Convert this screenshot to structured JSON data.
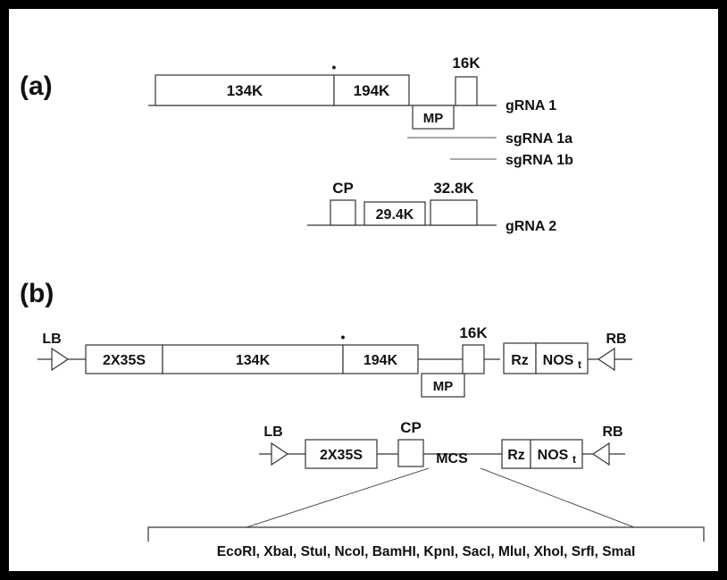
{
  "panel_a": {
    "label": "(a)",
    "genes": {
      "g134k": "134K",
      "g194k": "194K",
      "mp": "MP",
      "g16k": "16K",
      "cp": "CP",
      "g294k": "29.4K",
      "g328k": "32.8K"
    },
    "rnas": {
      "grna1": "gRNA 1",
      "sgrna1a": "sgRNA 1a",
      "sgrna1b": "sgRNA 1b",
      "grna2": "gRNA 2"
    },
    "dot": "•"
  },
  "panel_b": {
    "label": "(b)",
    "construct1": {
      "lb": "LB",
      "promoter": "2X35S",
      "g134k": "134K",
      "g194k": "194K",
      "mp": "MP",
      "g16k": "16K",
      "rz": "Rz",
      "nos": "NOS",
      "nos_sub": "t",
      "rb": "RB"
    },
    "construct2": {
      "lb": "LB",
      "promoter": "2X35S",
      "cp": "CP",
      "mcs": "MCS",
      "rz": "Rz",
      "nos": "NOS",
      "nos_sub": "t",
      "rb": "RB"
    },
    "sites": "EcoRI, XbaI, StuI, NcoI, BamHI, KpnI, SacI, MluI, XhoI, SrfI, SmaI"
  }
}
